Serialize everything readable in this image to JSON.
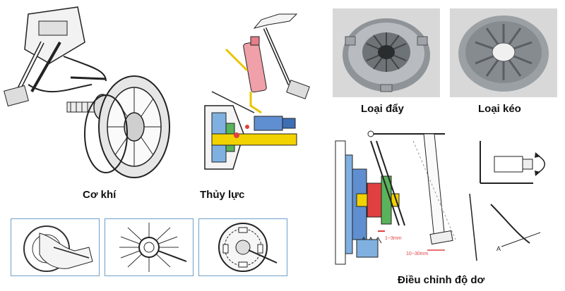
{
  "captions": {
    "mechanical": "Cơ khí",
    "hydraulic": "Thủy lực",
    "push_type": "Loại đẩy",
    "pull_type": "Loại kéo",
    "adjust_free_play": "Điều chỉnh độ dơ"
  },
  "dimension_labels": {
    "gap": "1~3mm",
    "pedal_play": "10~30mm",
    "angle": "A"
  }
}
